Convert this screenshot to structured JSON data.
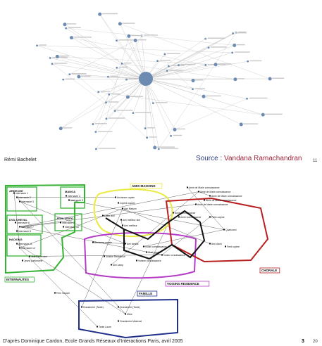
{
  "slide1": {
    "author": "Rémi Bachelet",
    "source_label": "Source :",
    "source_name": "Vandana Ramachandran",
    "page_number": "11",
    "node_color": "#6d8bb2",
    "edge_color": "#b8b8b8"
  },
  "slide2": {
    "footer": "D'après Dominique Cardon, Ecole Grands Réseaux d'Interactions Paris, avril 2005",
    "page_number": "20",
    "groups": [
      {
        "label": "INTERNAUTES",
        "color": "#35b335"
      },
      {
        "label": "AMIS MAISONS",
        "color": "#eaea40"
      },
      {
        "label": "VOISINS RESIDENCE",
        "color": "#b63cc8"
      },
      {
        "label": "CHORALE",
        "color": "#b82020"
      },
      {
        "label": "FAMILLE",
        "color": "#1f2f8a"
      }
    ],
    "subgroups": [
      {
        "label": "ARDECHE"
      },
      {
        "label": "MANGA"
      },
      {
        "label": "DVD-CHEVAL"
      },
      {
        "label": "JEUX VIDEO"
      },
      {
        "label": "HACKING"
      }
    ],
    "people": {
      "internautes": [
        "internaute 1",
        "internaute 2",
        "internaute 3",
        "internaute 4",
        "internaute 5",
        "internaute 6",
        "internaute 7",
        "internaute 8",
        "internaute 9",
        "internaute 10",
        "internaute 11",
        "internaute 12",
        "JeanPierre.ami",
        "Jeune parfumerie"
      ],
      "famille": [
        "Grandmère (Tante)",
        "Grandmère (Tante)",
        "Mère",
        "Grandmère Maternel",
        "Tante Laure",
        "Père Séparé"
      ],
      "voisins": [
        "Ancienne copain",
        "Ami famille",
        "Voisin connaissance",
        "Voisine Résidence",
        "Ami camp",
        "Chef copain",
        "Voisin connaissance",
        "Voisine connaissance"
      ],
      "chorale": [
        "Amie connaissance",
        "Amie connaissance",
        "Paris copine",
        "Quaricami",
        "Ami d'ami",
        "Fred copine"
      ],
      "amis": [
        "Ancienne copain",
        "Copine copain",
        "Ami Maison",
        "Lalou ami",
        "Ami meilleur ami",
        "Ami meilleur"
      ],
      "chorale_acquaintances": [
        "Amie de Marie connaissance",
        "Amie de Marie connaissance",
        "Amie de Marie connaissance",
        "Amie de Marie connaissance",
        "Amie de Marie connaissance"
      ]
    }
  }
}
